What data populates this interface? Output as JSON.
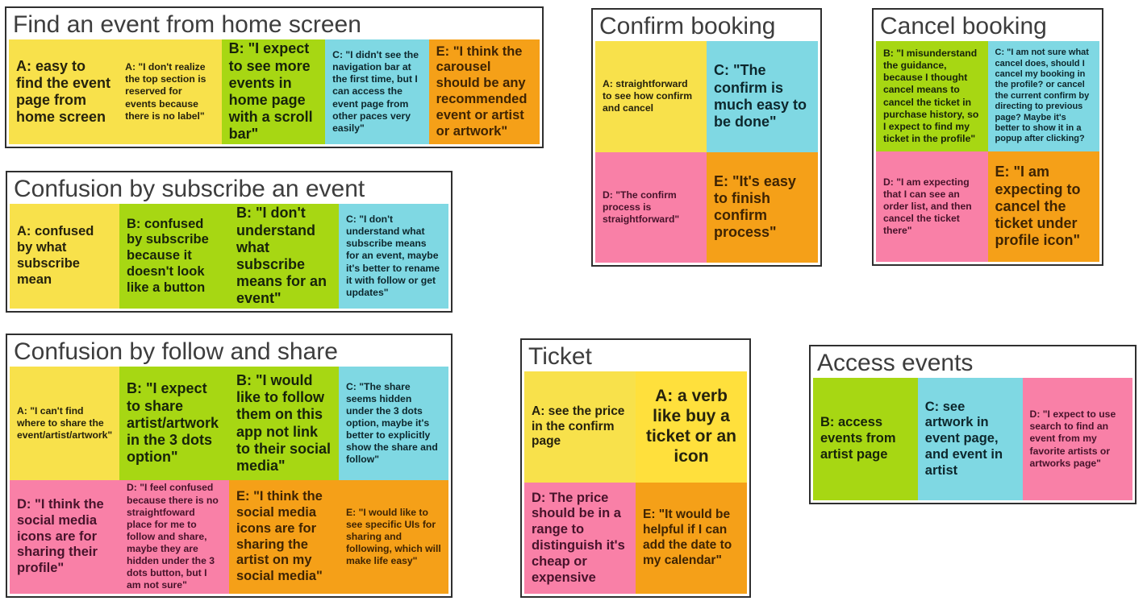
{
  "palette": {
    "yellow": "#F8E14B",
    "yellow_bright": "#FFE03C",
    "green": "#A7D713",
    "cyan": "#7FD8E3",
    "orange": "#F5A018",
    "pink": "#F980A7",
    "frame_border": "#2F2F2F",
    "frame_background": "#FFFFFF",
    "title_text": "#3D3D3D",
    "text_on_yellow": "#26220D",
    "text_on_yellow_bright": "#26220D",
    "text_on_green": "#17230A",
    "text_on_cyan": "#0D272D",
    "text_on_orange": "#3F2403",
    "text_on_pink": "#47132B"
  },
  "groups": [
    {
      "title": "Find an event from home screen",
      "rows": [
        [
          {
            "color": "yellow",
            "size": "lg",
            "flex": 1.06,
            "text": "A: easy to find the event page from home screen"
          },
          {
            "color": "yellow",
            "size": "sm",
            "text": "A: \"I don't realize the top section is reserved for events because there is no label\""
          },
          {
            "color": "green",
            "size": "lg",
            "text": "B: \"I expect to see more events in home page with a scroll bar\""
          },
          {
            "color": "cyan",
            "size": "sm",
            "text": "C: \"I didn't see the navigation bar at the first time, but I can access the event page from other paces very easily\""
          },
          {
            "color": "orange",
            "size": "ml",
            "flex": 1.08,
            "text": "E: \"I think the carousel should be any recommended event or artist or artwork\""
          }
        ]
      ]
    },
    {
      "title": "Confusion by subscribe an event",
      "rows": [
        [
          {
            "color": "yellow",
            "size": "ml",
            "text": "A: confused by what subscribe mean"
          },
          {
            "color": "green",
            "size": "ml",
            "text": "B: confused by subscribe because it doesn't look like a button"
          },
          {
            "color": "green",
            "size": "lg",
            "text": "B: \"I don't understand what subscribe means for an event\""
          },
          {
            "color": "cyan",
            "size": "sm",
            "text": "C: \"I don't understand what subscribe means for an event, maybe it's better to rename it with follow or get updates\""
          }
        ]
      ]
    },
    {
      "title": "Confusion by follow and share",
      "rows": [
        [
          {
            "color": "yellow",
            "size": "sm",
            "text": "A: \"I can't find where to share the event/artist/artwork\""
          },
          {
            "color": "green",
            "size": "lg",
            "text": "B: \"I expect to share artist/artwork in the 3 dots option\""
          },
          {
            "color": "green",
            "size": "lg",
            "text": "B: \"I would like to follow them on this app not link to their social media\""
          },
          {
            "color": "cyan",
            "size": "sm",
            "text": "C: \"The share seems hidden under the 3 dots option, maybe it's better to explicitly show the share and follow\""
          }
        ],
        [
          {
            "color": "pink",
            "size": "ml",
            "text": "D: \"I think the social media icons are for sharing their profile\""
          },
          {
            "color": "pink",
            "size": "sm",
            "text": "D: \"I feel confused because there is no straightfoward place for me to follow and share, maybe they are hidden under the 3 dots button, but I am not sure\""
          },
          {
            "color": "orange",
            "size": "ml",
            "text": "E: \"I think the social media icons are for sharing the artist on my social media\""
          },
          {
            "color": "orange",
            "size": "sm",
            "text": "E: \"I would like to see specific UIs for sharing and following, which will make life easy\""
          }
        ]
      ]
    },
    {
      "title": "Confirm booking",
      "rows": [
        [
          {
            "color": "yellow",
            "size": "sm",
            "text": "A: straightforward to see how confirm and cancel"
          },
          {
            "color": "cyan",
            "size": "lg",
            "text": "C: \"The confirm is much easy to be done\""
          }
        ],
        [
          {
            "color": "pink",
            "size": "sm",
            "text": "D: \"The confirm process is straightforward\""
          },
          {
            "color": "orange",
            "size": "lg",
            "text": "E: \"It's easy to finish confirm process\""
          }
        ]
      ]
    },
    {
      "title": "Cancel booking",
      "rows": [
        [
          {
            "color": "green",
            "size": "sm",
            "text": "B: \"I misunderstand the guidance, because I thought cancel means to cancel the ticket in purchase history, so I expect to find my ticket in the profile\""
          },
          {
            "color": "cyan",
            "size": "xs",
            "text": "C: \"I am not sure what cancel does, should I cancel my booking in the profile? or cancel the current confirm by directing to previous page? Maybe it's better to show it in a popup after clicking?"
          }
        ],
        [
          {
            "color": "pink",
            "size": "sm",
            "text": "D: \"I am expecting that I can see an order list, and then cancel the ticket there\""
          },
          {
            "color": "orange",
            "size": "lg",
            "text": "E: \"I am expecting to cancel the ticket under profile icon\""
          }
        ]
      ]
    },
    {
      "title": "Ticket",
      "rows": [
        [
          {
            "color": "yellow",
            "size": "md",
            "text": "A: see the price in the confirm page"
          },
          {
            "color": "yellow_bright",
            "size": "xl",
            "align": "center",
            "text": "A: a verb like buy a ticket or an icon"
          }
        ],
        [
          {
            "color": "pink",
            "size": "ml",
            "text": "D: The price should be in a range to distinguish it's cheap or expensive"
          },
          {
            "color": "orange",
            "size": "md",
            "text": "E: \"It would be helpful if I can add the date to my calendar\""
          }
        ]
      ]
    },
    {
      "title": "Access events",
      "rows": [
        [
          {
            "color": "green",
            "size": "ml",
            "text": "B: access events from artist page"
          },
          {
            "color": "cyan",
            "size": "ml",
            "text": "C: see artwork in event page, and event in artist"
          },
          {
            "color": "pink",
            "size": "sm",
            "flex": 1.06,
            "text": "D: \"I expect to use search to find an event from my favorite artists or artworks page\""
          }
        ]
      ]
    }
  ]
}
